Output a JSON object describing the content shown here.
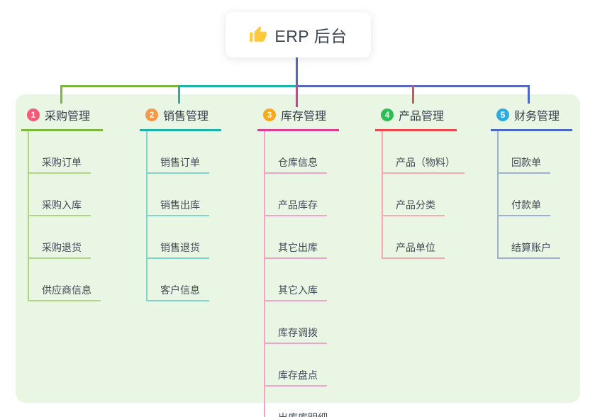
{
  "root": {
    "label": "ERP 后台",
    "icon": "thumbs-up-icon",
    "icon_color": "#FFC83D"
  },
  "branches": [
    {
      "badge": "1",
      "title": "采购管理",
      "color": "#7CB73E",
      "light_color": "#AFD483",
      "badge_color": "#F35C77",
      "children": [
        "采购订单",
        "采购入库",
        "采购退货",
        "供应商信息"
      ]
    },
    {
      "badge": "2",
      "title": "销售管理",
      "color": "#1EB3A8",
      "light_color": "#7FD4CC",
      "badge_color": "#F89748",
      "children": [
        "销售订单",
        "销售出库",
        "销售退货",
        "客户信息"
      ]
    },
    {
      "badge": "3",
      "title": "库存管理",
      "color": "#DE3C90",
      "light_color": "#F2A2CB",
      "badge_color": "#F7A81E",
      "children": [
        "仓库信息",
        "产品库存",
        "其它出库",
        "其它入库",
        "库存调拨",
        "库存盘点",
        "出库库明细"
      ]
    },
    {
      "badge": "4",
      "title": "产品管理",
      "color": "#F1464D",
      "light_color": "#F7A9AC",
      "badge_color": "#2EBD55",
      "children": [
        "产品（物料）",
        "产品分类",
        "产品单位"
      ]
    },
    {
      "badge": "5",
      "title": "财务管理",
      "color": "#4A68C4",
      "light_color": "#9FAEDC",
      "badge_color": "#2CAAE1",
      "children": [
        "回款单",
        "付款单",
        "结算账户"
      ]
    }
  ],
  "connectors": {
    "root_line": "#5A67C1",
    "bus_segments": [
      "#7CB73E",
      "#1EB3A8",
      "#5A67C1"
    ],
    "drops": [
      "#7CB73E",
      "#1EB3A8",
      "#DE3C90",
      "#F1464D",
      "#4A68C4"
    ]
  },
  "colors": {
    "panel_background": "#EAF6E4",
    "canvas_background": "#FFFFFF"
  }
}
